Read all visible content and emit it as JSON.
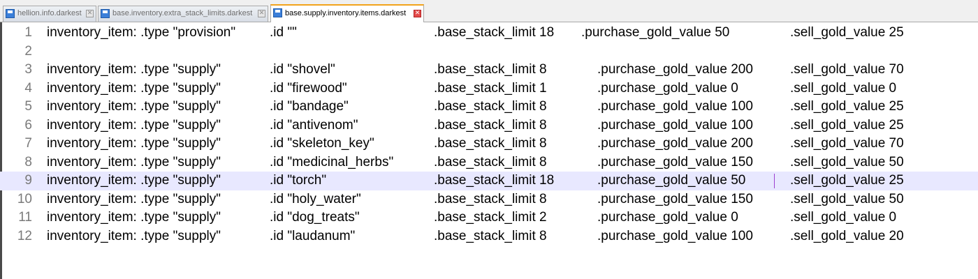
{
  "tabs": [
    {
      "label": "hellion.info.darkest",
      "active": false
    },
    {
      "label": "base.inventory.extra_stack_limits.darkest",
      "active": false
    },
    {
      "label": "base.supply.inventory.items.darkest",
      "active": true
    }
  ],
  "tab_close_glyph": "✕",
  "editor": {
    "current_line": 9,
    "lines": [
      {
        "n": "1",
        "a": "inventory_item: .type \"provision\"",
        "b": ".id \"\"",
        "c": ".base_stack_limit 18",
        "d": ".purchase_gold_value 50",
        "e": ".sell_gold_value 25"
      },
      {
        "n": "2",
        "a": "",
        "b": "",
        "c": "",
        "d": "",
        "e": ""
      },
      {
        "n": "3",
        "a": "inventory_item: .type \"supply\"",
        "b": ".id \"shovel\"",
        "c": ".base_stack_limit 8",
        "d": ".purchase_gold_value 200",
        "e": ".sell_gold_value 70"
      },
      {
        "n": "4",
        "a": "inventory_item: .type \"supply\"",
        "b": ".id \"firewood\"",
        "c": ".base_stack_limit 1",
        "d": ".purchase_gold_value 0",
        "e": ".sell_gold_value 0"
      },
      {
        "n": "5",
        "a": "inventory_item: .type \"supply\"",
        "b": ".id \"bandage\"",
        "c": ".base_stack_limit 8",
        "d": ".purchase_gold_value 100",
        "e": ".sell_gold_value 25"
      },
      {
        "n": "6",
        "a": "inventory_item: .type \"supply\"",
        "b": ".id \"antivenom\"",
        "c": ".base_stack_limit 8",
        "d": ".purchase_gold_value 100",
        "e": ".sell_gold_value 25"
      },
      {
        "n": "7",
        "a": "inventory_item: .type \"supply\"",
        "b": ".id \"skeleton_key\"",
        "c": ".base_stack_limit 8",
        "d": ".purchase_gold_value 200",
        "e": ".sell_gold_value 70"
      },
      {
        "n": "8",
        "a": "inventory_item: .type \"supply\"",
        "b": ".id \"medicinal_herbs\"",
        "c": ".base_stack_limit 8",
        "d": ".purchase_gold_value 150",
        "e": ".sell_gold_value 50"
      },
      {
        "n": "9",
        "a": "inventory_item: .type \"supply\"",
        "b": ".id \"torch\"",
        "c": ".base_stack_limit 18",
        "d": ".purchase_gold_value 50",
        "e": ".sell_gold_value 25"
      },
      {
        "n": "10",
        "a": "inventory_item: .type \"supply\"",
        "b": ".id \"holy_water\"",
        "c": ".base_stack_limit 8",
        "d": ".purchase_gold_value 150",
        "e": ".sell_gold_value 50"
      },
      {
        "n": "11",
        "a": "inventory_item: .type \"supply\"",
        "b": ".id \"dog_treats\"",
        "c": ".base_stack_limit 2",
        "d": ".purchase_gold_value 0",
        "e": ".sell_gold_value 0"
      },
      {
        "n": "12",
        "a": "inventory_item: .type \"supply\"",
        "b": ".id \"laudanum\"",
        "c": ".base_stack_limit 8",
        "d": ".purchase_gold_value 100",
        "e": ".sell_gold_value 20"
      }
    ]
  }
}
